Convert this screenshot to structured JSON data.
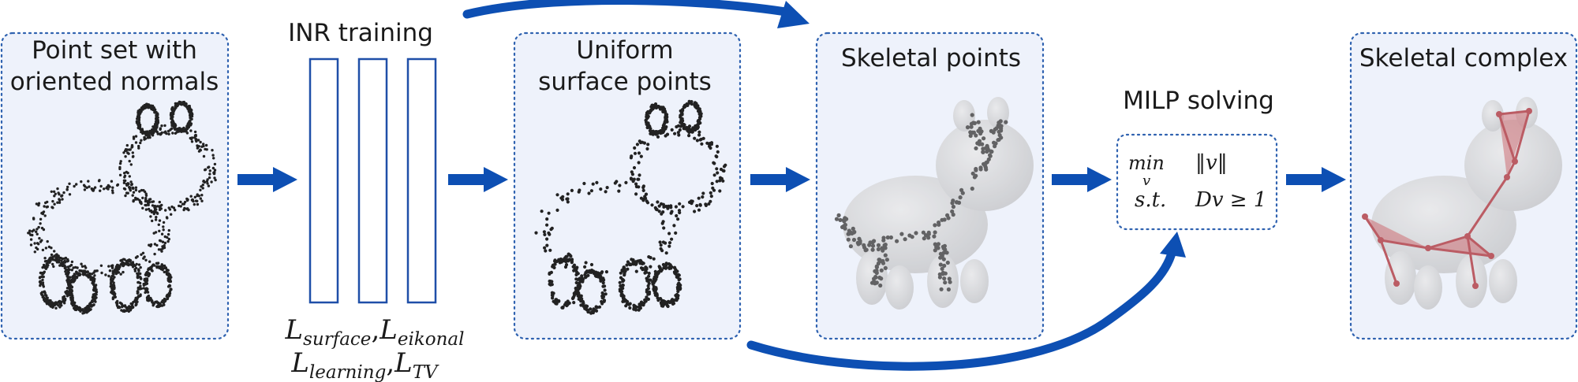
{
  "panels": {
    "input": {
      "title_line1": "Point set with",
      "title_line2": "oriented normals"
    },
    "inr": {
      "title": "INR training"
    },
    "uniform": {
      "title_line1": "Uniform",
      "title_line2": "surface points"
    },
    "skeletal_points": {
      "title": "Skeletal points"
    },
    "milp": {
      "title": "MILP solving"
    },
    "skeletal_complex": {
      "title": "Skeletal complex"
    }
  },
  "losses": {
    "line1": {
      "L1": "L",
      "s1": "surface",
      "comma": ",",
      "L2": "L",
      "s2": "eikonal"
    },
    "line2": {
      "L1": "L",
      "s1": "learning",
      "comma": ",",
      "L2": "L",
      "s2": "TV"
    }
  },
  "milp": {
    "min_op": "min",
    "var": "v",
    "objective": "‖v‖",
    "st": "s.t.",
    "constraint": "Dv ≥ 1"
  },
  "colors": {
    "arrow": "#0d4fb3",
    "panel_fill": "#eef2fb",
    "panel_border": "#2f62b0",
    "point": "#222222",
    "skeleton": "#c9575c"
  }
}
